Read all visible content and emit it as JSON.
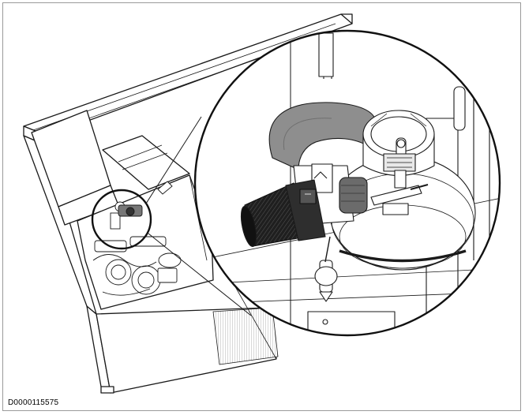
{
  "figure": {
    "document_id": "D0000115575"
  },
  "colors": {
    "line": "#1a1a1a",
    "frame": "#9a9a9a",
    "hose": "#8e8e8e",
    "filter": "#2a2a2a",
    "hatch": "#b5b5b5"
  },
  "icons": [
    "appliance-housing",
    "detail-callout-circle",
    "air-filter-icon",
    "intake-hose-icon",
    "fan-motor-icon"
  ]
}
